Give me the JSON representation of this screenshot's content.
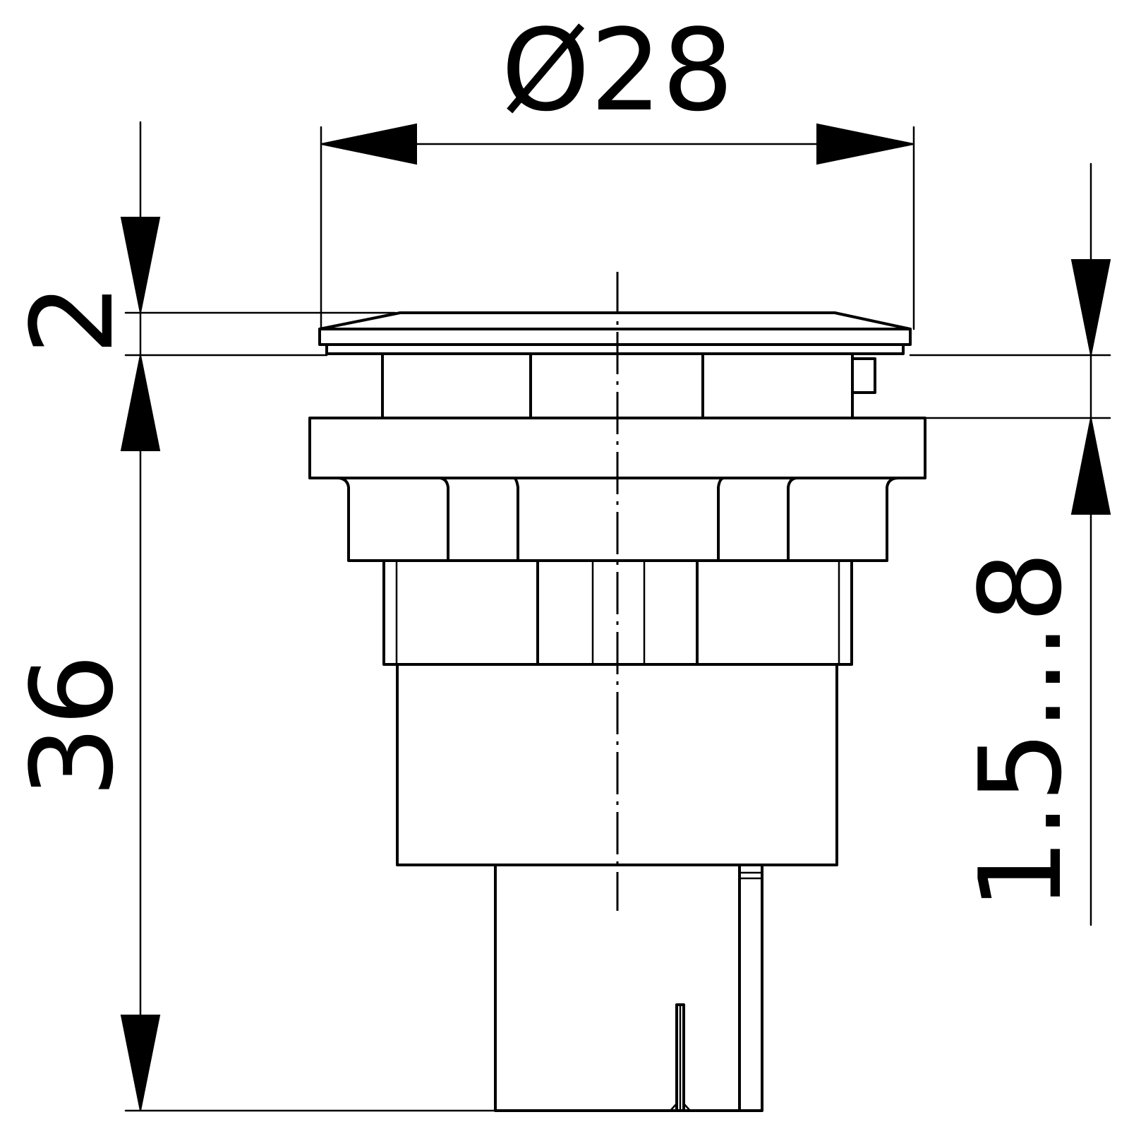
{
  "drawing": {
    "dimensions": {
      "diameter": "Ø28",
      "top_thickness": "2",
      "total_height": "36",
      "panel_range": "1.5...8"
    },
    "colors": {
      "line": "#000000",
      "background": "#ffffff"
    }
  }
}
